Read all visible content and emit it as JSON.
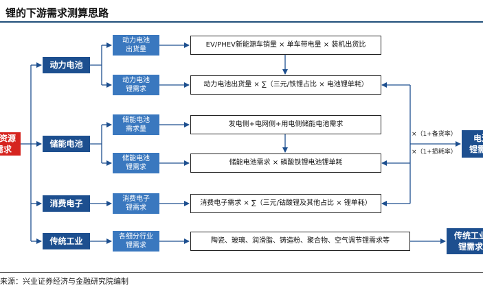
{
  "title": "锂的下游需求测算思路",
  "source": "来源：兴业证券经济与金融研究院编制",
  "root": "锂资源\n需求",
  "categories": {
    "power": "动力电池",
    "storage": "储能电池",
    "consumer": "消费电子",
    "traditional": "传统工业"
  },
  "sub": {
    "power_ship": "动力电池\n出货量",
    "power_li": "动力电池\n锂需求",
    "storage_demand": "储能电池\n需求量",
    "storage_li": "储能电池\n锂需求",
    "consumer_li": "消费电子\n锂需求",
    "trad_li": "各细分行业\n锂需求"
  },
  "formulas": {
    "f1": "EV/PHEV新能源车销量 × 单车带电量 × 装机出货比",
    "f2": "动力电池出货量 × ∑（三元/铁锂占比 × 电池锂单耗）",
    "f3": "发电侧+电网侧+用电侧储能电池需求",
    "f4": "储能电池需求 × 磷酸铁锂电池锂单耗",
    "f5": "消费电子需求 × ∑（三元/钴酸锂及其他占比 × 锂单耗）",
    "f6": "陶瓷、玻璃、润滑脂、铸造粉、聚合物、空气调节锂需求等"
  },
  "multipliers": {
    "m1": "×（1+备货率）",
    "m2": "×（1+损耗率）"
  },
  "outputs": {
    "battery_li": "电池\n锂需求",
    "trad_li": "传统工业\n锂需求"
  }
}
